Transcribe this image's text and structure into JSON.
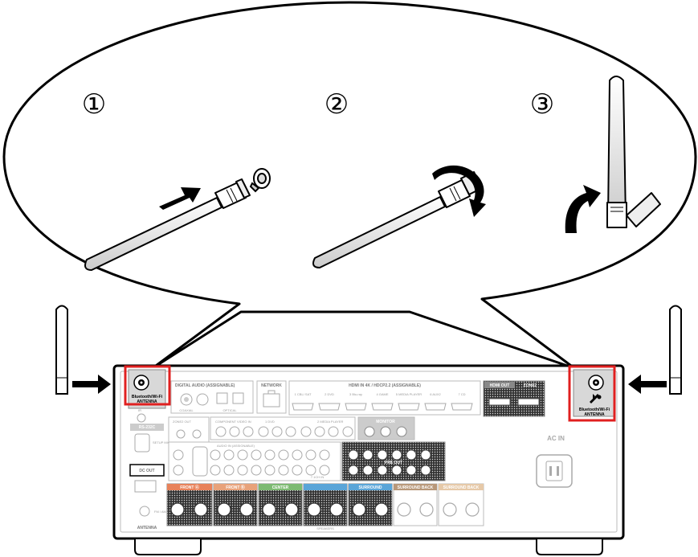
{
  "steps": [
    "①",
    "②",
    "③"
  ],
  "antenna_label": [
    "Bluetooth/Wi-Fi",
    "ANTENNA"
  ],
  "panel": {
    "digital_audio": "DIGITAL AUDIO (ASSIGNABLE)",
    "coaxial": "COAXIAL",
    "optical": "OPTICAL",
    "network": "NETWORK",
    "hdmi_in": "HDMI IN  4K / HDCP2.2 (ASSIGNABLE)",
    "hdmi_inputs": [
      "1 CBL/ SAT",
      "2 DVD",
      "3 Blu-ray",
      "4 GAME",
      "5 MEDIA PLAYER",
      "6 AUX2",
      "7 CD"
    ],
    "hdmi_out": "HDMI OUT",
    "zone2": "ZONE2",
    "ir": "IR",
    "rs232c": "RS-232C",
    "setup_mic": "SETUP MIC",
    "zone2_out": "ZONE2 OUT",
    "component_video_in": "COMPONENT VIDEO IN",
    "dvd": "1 DVD",
    "media_player": "2 MEDIA PLAYER",
    "monitor_out": "MONITOR",
    "audio_in": "AUDIO IN (ASSIGNABLE)",
    "video_in": "VIDEO IN",
    "ch71_in": "7.1CH IN",
    "pre_out": "PRE OUT",
    "dc_out": "DC OUT",
    "subwoofer": "SUBWOOFER",
    "ac_in": "AC IN",
    "antenna": "ANTENNA",
    "fm_am": "FM / AM",
    "speakers": [
      "FRONT Ⓐ",
      "FRONT Ⓑ",
      "CENTER",
      "SURROUND",
      "SURROUND BACK",
      "SURROUND BACK"
    ],
    "speakers_label": "SPEAKERS"
  },
  "colors": {
    "highlight": "#e02020",
    "front": "#e8825a",
    "front_b": "#e8a27a",
    "center": "#7dba72",
    "surround": "#5aa5d8",
    "surround_back": "#b8987a",
    "surround_back2": "#e6c9a8"
  }
}
